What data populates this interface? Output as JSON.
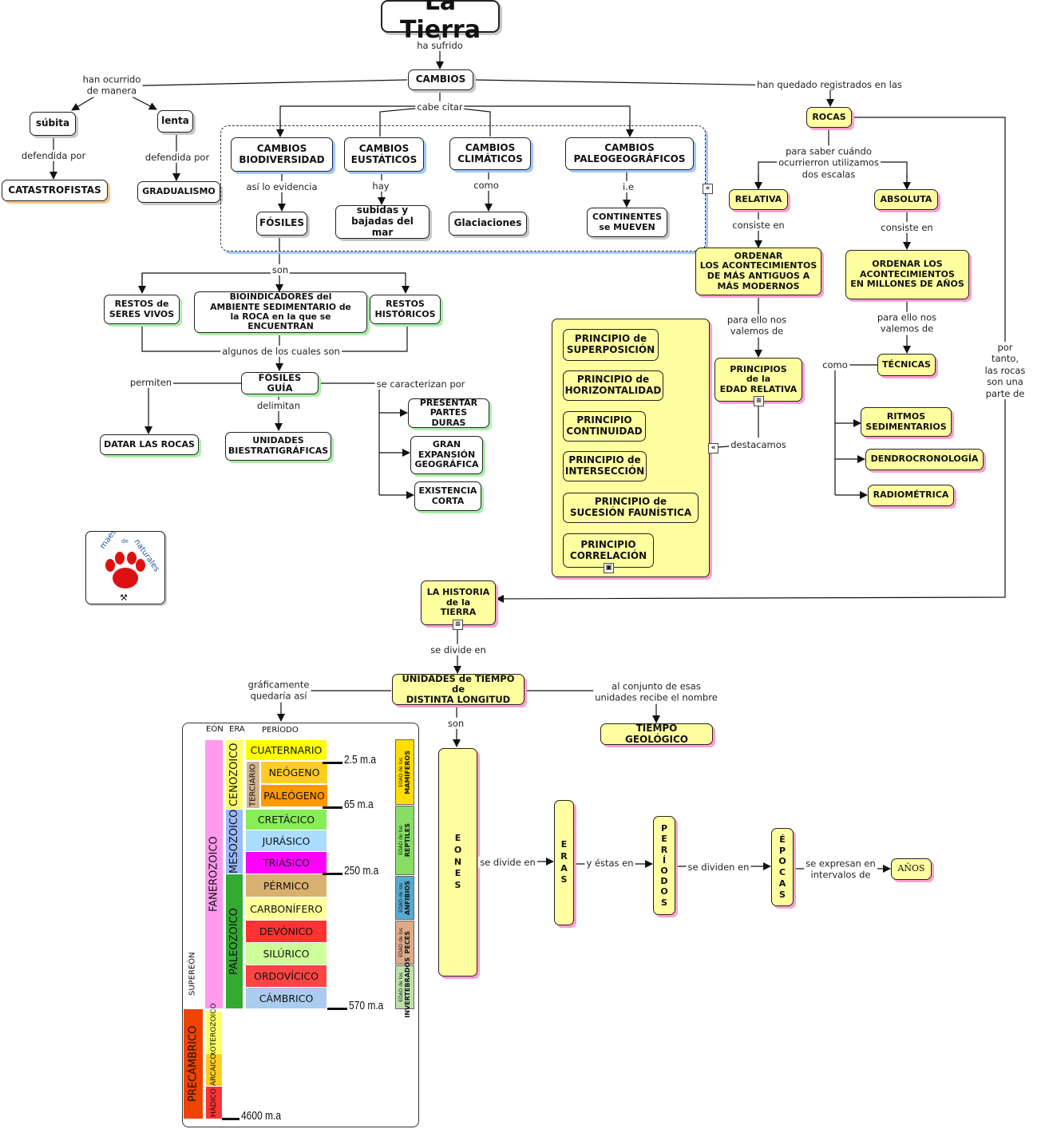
{
  "title": "La Tierra",
  "nodes": {
    "cambios": "CAMBIOS",
    "subita": "súbita",
    "lenta": "lenta",
    "catastrofistas": "CATASTROFISTAS",
    "gradualismo": "GRADUALISMO",
    "cambios_biodiversidad": "CAMBIOS\nBIODIVERSIDAD",
    "cambios_eustaticos": "CAMBIOS\nEUSTÁTICOS",
    "cambios_climaticos": "CAMBIOS\nCLIMÁTICOS",
    "cambios_paleogeograficos": "CAMBIOS\nPALEOGEOGRÁFICOS",
    "fosiles": "FÓSILES",
    "subidas_bajadas": "subidas y\nbajadas del mar",
    "glaciaciones": "Glaciaciones",
    "continentes": "CONTINENTES\nse MUEVEN",
    "restos_seres_vivos": "RESTOS de\nSERES VIVOS",
    "bioindicadores": "BIOINDICADORES del\nAMBIENTE SEDIMENTARIO de\nla ROCA en la que se ENCUENTRAN",
    "restos_historicos": "RESTOS\nHISTÓRICOS",
    "fosiles_guia": "FÓSILES GUÍA",
    "datar_rocas": "DATAR LAS ROCAS",
    "unidades_bioestratigraficas": "UNIDADES\nBIESTRATIGRÁFICAS",
    "partes_duras": "PRESENTAR\nPARTES DURAS",
    "gran_expansion": "GRAN\nEXPANSIÓN\nGEOGRÁFICA",
    "existencia_corta": "EXISTENCIA\nCORTA",
    "rocas": "ROCAS",
    "relativa": "RELATIVA",
    "absoluta": "ABSOLUTA",
    "ordenar_antiguos": "ORDENAR\nLOS ACONTECIMIENTOS\nDE MÁS ANTIGUOS A\nMÁS MODERNOS",
    "ordenar_millones": "ORDENAR LOS\nACONTECIMIENTOS\nEN MILLONES DE AÑOS",
    "principios_edad_relativa": "PRINCIPIOS\nde la\nEDAD RELATIVA",
    "tecnicas": "TÉCNICAS",
    "ritmos_sedimentarios": "RITMOS\nSEDIMENTARIOS",
    "dendrocronologia": "DENDROCRONOLOGÍA",
    "radiometrica": "RADIOMÉTRICA",
    "historia_tierra": "LA HISTORIA\nde la\nTIERRA",
    "unidades_tiempo": "UNIDADES de TIEMPO de\nDISTINTA LONGITUD",
    "tiempo_geologico": "TIEMPO GEOLÓGICO",
    "eones": "E\nO\nN\nE\nS",
    "eras": "E\nR\nA\nS",
    "periodos": "P\nE\nR\nÍ\nO\nD\nO\nS",
    "epocas": "É\nP\nO\nC\nA\nS",
    "anos": "AÑOS"
  },
  "principios": [
    "PRINCIPIO de\nSUPERPOSICIÓN",
    "PRINCIPIO de\nHORIZONTALIDAD",
    "PRINCIPIO\nCONTINUIDAD",
    "PRINCIPIO de\nINTERSECCIÓN",
    "PRINCIPIO de\nSUCESIÓN FAUNÍSTICA",
    "PRINCIPIO\nCORRELACIÓN"
  ],
  "links": {
    "ha_sufrido": "ha sufrido",
    "han_ocurrido": "han ocurrido\nde manera",
    "defendida_por_1": "defendida por",
    "defendida_por_2": "defendida por",
    "cabe_citar": "cabe citar",
    "asi_lo_evidencia": "así lo evidencia",
    "hay": "hay",
    "como_1": "como",
    "ie": "i.e",
    "son_1": "son",
    "algunos": "algunos de los cuales son",
    "permiten": "permiten",
    "delimitan": "delimitan",
    "se_caracterizan": "se caracterizan por",
    "han_quedado": "han quedado registrados en las",
    "para_saber": "para saber cuándo\nocurrierron utilizamos\ndos escalas",
    "consiste_en_1": "consiste en",
    "consiste_en_2": "consiste en",
    "para_ello_1": "para ello nos\nvalemos de",
    "para_ello_2": "para ello nos\nvalemos de",
    "como_2": "como",
    "destacamos": "destacamos",
    "por_tanto": "por tanto, las rocas\nson una parte de",
    "se_divide_en_1": "se divide en",
    "graficamente": "gráficamente\nquedaría así",
    "al_conjunto": "al conjunto de esas\nunidades recibe el nombre",
    "son_2": "son",
    "se_divide_en_2": "se divide en",
    "y_estas_en": "y éstas en",
    "se_dividen_en": "se dividen en",
    "se_expresan": "se expresan en\nintervalos de"
  },
  "geo_chart": {
    "headers": [
      "EÓN",
      "ERA",
      "PERÍODO"
    ],
    "eons": [
      "FANEROZOICO",
      "PRECÁMBRICO"
    ],
    "supereon": "SUPEREÓN",
    "eras": [
      "CENOZOICO",
      "MESOZOICO",
      "PALEOZOICO"
    ],
    "subera": "TERCIARIO",
    "precambrian_eras": [
      "PROTEROZOICO",
      "ARCAICO",
      "HÁDICO"
    ],
    "periods": [
      "CUATERNARIO",
      "NEÓGENO",
      "PALEÓGENO",
      "CRETÁCICO",
      "JURÁSICO",
      "TRIÁSICO",
      "PÉRMICO",
      "CARBONÍFERO",
      "DEVÓNICO",
      "SILÚRICO",
      "ORDOVÍCICO",
      "CÁMBRICO"
    ],
    "ages": [
      "2.5 m.a",
      "65 m.a",
      "250 m.a",
      "570 m.a",
      "4600 m.a"
    ],
    "edad_prefix": "EDAD de los",
    "edades": [
      "MAMÍFEROS",
      "REPTILES",
      "ANFIBIOS",
      "PECES",
      "INVERTEBRADOS"
    ],
    "colors": {
      "fanerozoico": "#ff99ee",
      "precambrico": "#ee4400",
      "cenozoico": "#ffff66",
      "mesozoico": "#99bbff",
      "paleozoico": "#33aa33",
      "terciario": "#d2b48c",
      "cuaternario": "#ffff00",
      "neogeno": "#ffcc22",
      "paleogeno": "#ff9900",
      "cretacico": "#88ee55",
      "jurasico": "#aaddff",
      "triasico": "#ff00ff",
      "permico": "#d8b070",
      "carbonifero": "#ffff99",
      "devonico": "#ff3333",
      "silurico": "#ccff99",
      "ordovicico": "#ff4444",
      "cambrico": "#aaccee"
    }
  },
  "logo_text": [
    "maestro",
    "de",
    "naturales"
  ]
}
